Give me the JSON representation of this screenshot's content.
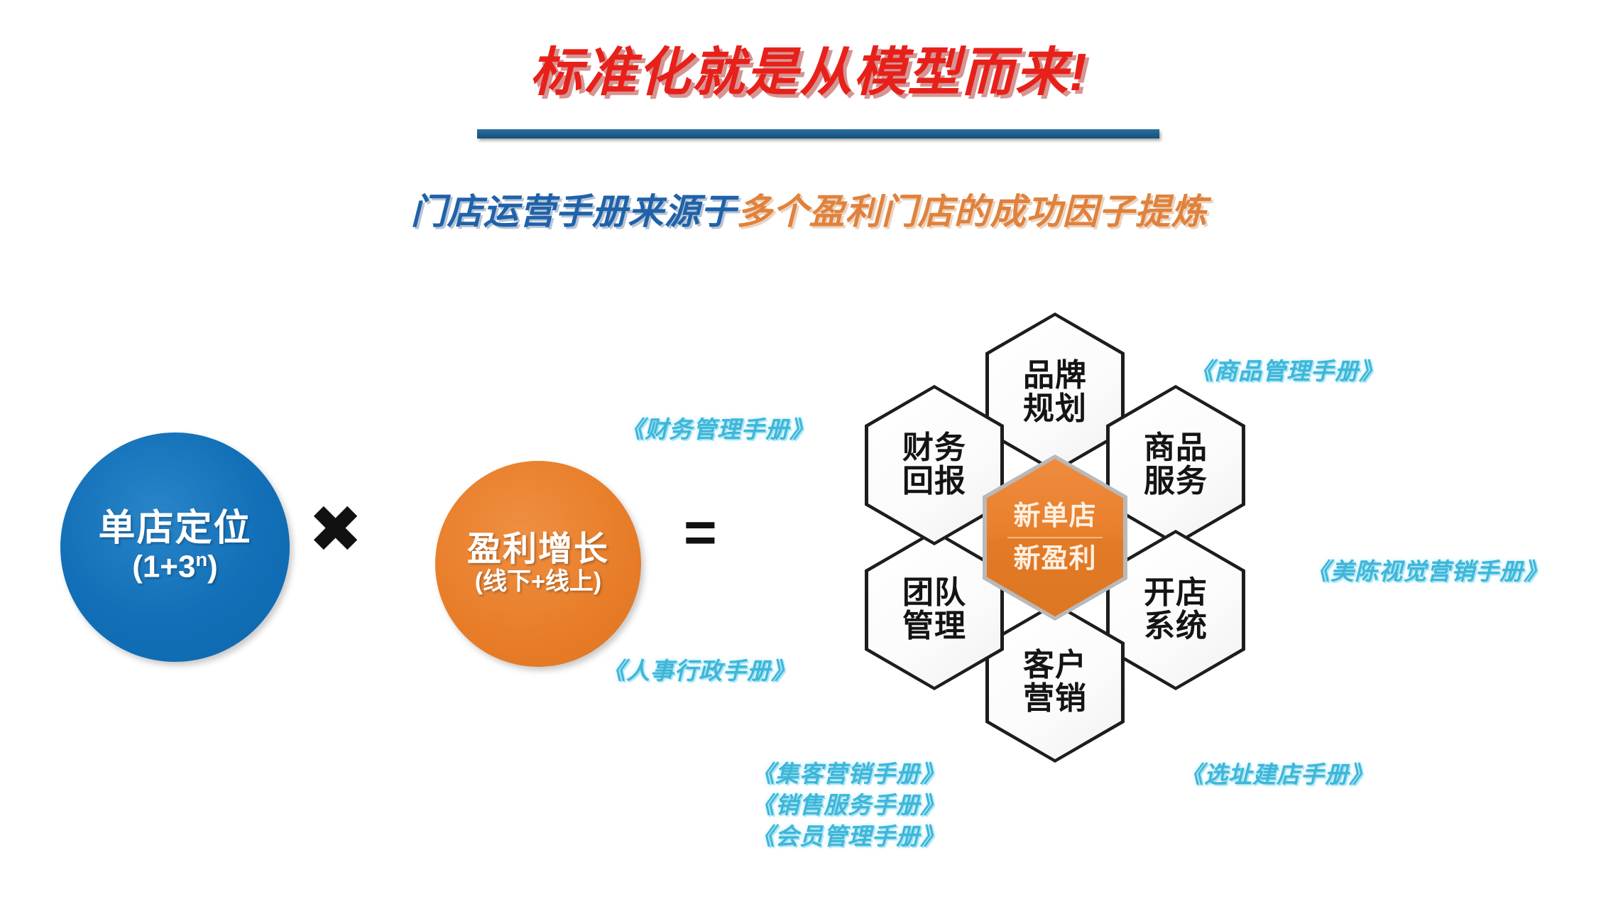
{
  "header": {
    "title": "标准化就是从模型而来!",
    "subtitle_blue": "门店运营手册来源于",
    "subtitle_orange": "多个盈利门店的成功因子提炼"
  },
  "equation": {
    "factor_one": {
      "line1": "单店定位",
      "line2_pre": "(1+3",
      "line2_sup": "n",
      "line2_post": ")"
    },
    "operator_times": "✖",
    "factor_two": {
      "line1": "盈利增长",
      "line2": "(线下+线上)"
    },
    "operator_equals": "=",
    "colors": {
      "blue": "#1270b8",
      "orange": "#e87e2a"
    }
  },
  "hex_cluster": {
    "center": {
      "line1": "新单店",
      "line2": "新盈利"
    },
    "nodes": [
      {
        "id": "brand",
        "line1": "品牌",
        "line2": "规划"
      },
      {
        "id": "goods",
        "line1": "商品",
        "line2": "服务"
      },
      {
        "id": "open",
        "line1": "开店",
        "line2": "系统"
      },
      {
        "id": "customer",
        "line1": "客户",
        "line2": "营销"
      },
      {
        "id": "team",
        "line1": "团队",
        "line2": "管理"
      },
      {
        "id": "finance",
        "line1": "财务",
        "line2": "回报"
      }
    ]
  },
  "manuals": {
    "finance": "《财务管理手册》",
    "hr": "《人事行政手册》",
    "goods": "《商品管理手册》",
    "visual": "《美陈视觉营销手册》",
    "site": "《选址建店手册》",
    "marketing_group": [
      "《集客营销手册》",
      "《销售服务手册》",
      "《会员管理手册》"
    ]
  },
  "palette": {
    "title_red": "#e8201a",
    "rule_blue": "#1d608f",
    "cyan_label": "#3fb6d8",
    "hex_border": "#1d1d1d"
  }
}
